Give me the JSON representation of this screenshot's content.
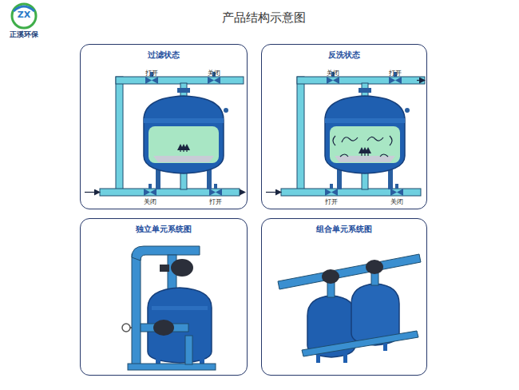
{
  "diagram": {
    "title": "产品结构示意图",
    "nodes": [
      {
        "text": [
          "过滤状态"
        ]
      },
      {
        "text": [
          "反洗状态"
        ]
      },
      {
        "text": [
          "独立单元系统图"
        ]
      },
      {
        "text": [
          "组合单元系统图"
        ]
      }
    ],
    "labels": [
      "ZX",
      "正溪环保",
      "打开",
      "关闭",
      "关闭",
      "打开",
      "关闭",
      "打开",
      "打开",
      "关闭"
    ]
  }
}
